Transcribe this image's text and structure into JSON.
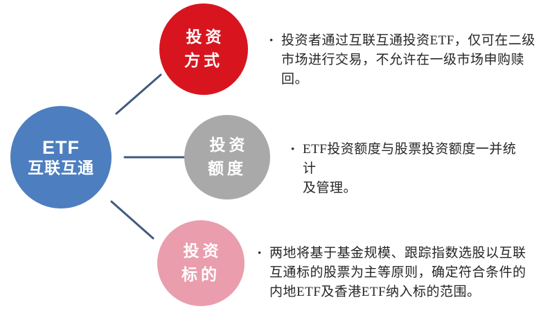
{
  "diagram": {
    "bullet_char": "•",
    "connector_color": "#3f5a7d",
    "root": {
      "title_en": "ETF",
      "title_zh": "互联互通",
      "color": "#4d7ebf"
    },
    "branches": [
      {
        "label_lines": [
          "投资",
          "方式"
        ],
        "color": "#d8151f",
        "bullet_lines": [
          "投资者通过互联互通投资ETF，仅可在二级",
          "市场进行交易，不允许在一级市场申购赎回。"
        ]
      },
      {
        "label_lines": [
          "投资",
          "额度"
        ],
        "color": "#a9a9a9",
        "bullet_lines": [
          "ETF投资额度与股票投资额度一并统计",
          "及管理。"
        ]
      },
      {
        "label_lines": [
          "投资",
          "标的"
        ],
        "color": "#ea9dac",
        "bullet_lines": [
          "两地将基于基金规模、跟踪指数选股以互联",
          "互通标的股票为主等原则，确定符合条件的",
          "内地ETF及香港ETF纳入标的范围。"
        ]
      }
    ]
  }
}
